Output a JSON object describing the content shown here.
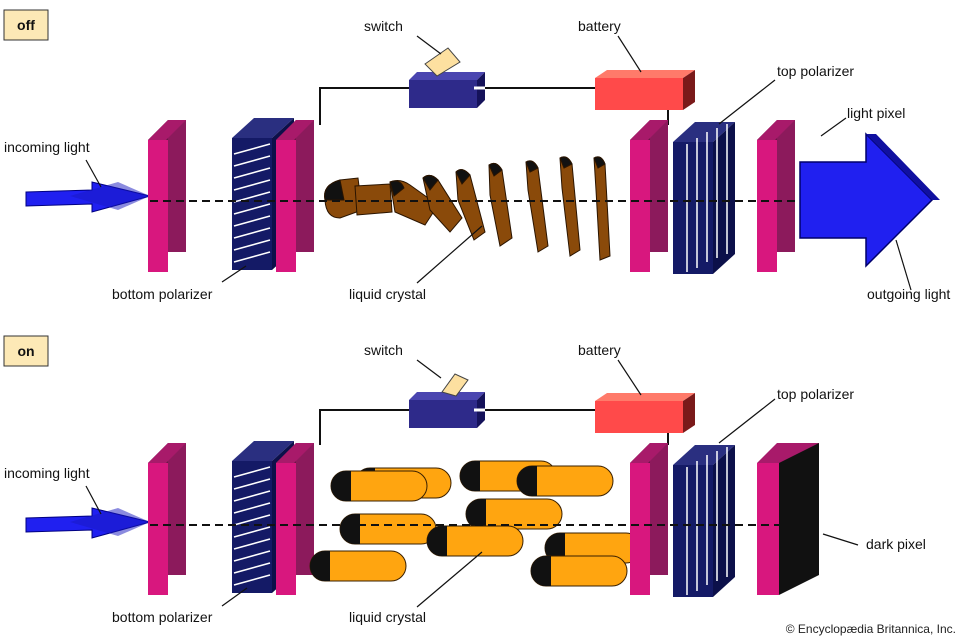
{
  "panels": [
    {
      "state": "off",
      "labels": {
        "incoming_light": "incoming light",
        "bottom_polarizer": "bottom polarizer",
        "switch": "switch",
        "battery": "battery",
        "liquid_crystal": "liquid crystal",
        "top_polarizer": "top polarizer",
        "pixel": "light pixel",
        "outgoing_light": "outgoing light"
      }
    },
    {
      "state": "on",
      "labels": {
        "incoming_light": "incoming light",
        "bottom_polarizer": "bottom polarizer",
        "switch": "switch",
        "battery": "battery",
        "liquid_crystal": "liquid crystal",
        "top_polarizer": "top polarizer",
        "pixel": "dark pixel"
      }
    }
  ],
  "credit": "© Encyclopædia Britannica, Inc.",
  "colors": {
    "badge": "#fde9b6",
    "glass": "#d8177e",
    "glass_dark": "#6b1646",
    "polarizer": "#141a66",
    "battery": "#ff4a4a",
    "switch_box": "#2e2a8a",
    "light": "#2020f0",
    "crystal_off": "#8a4a0a",
    "crystal_on": "#ffa510",
    "dark_pixel": "#111111"
  }
}
